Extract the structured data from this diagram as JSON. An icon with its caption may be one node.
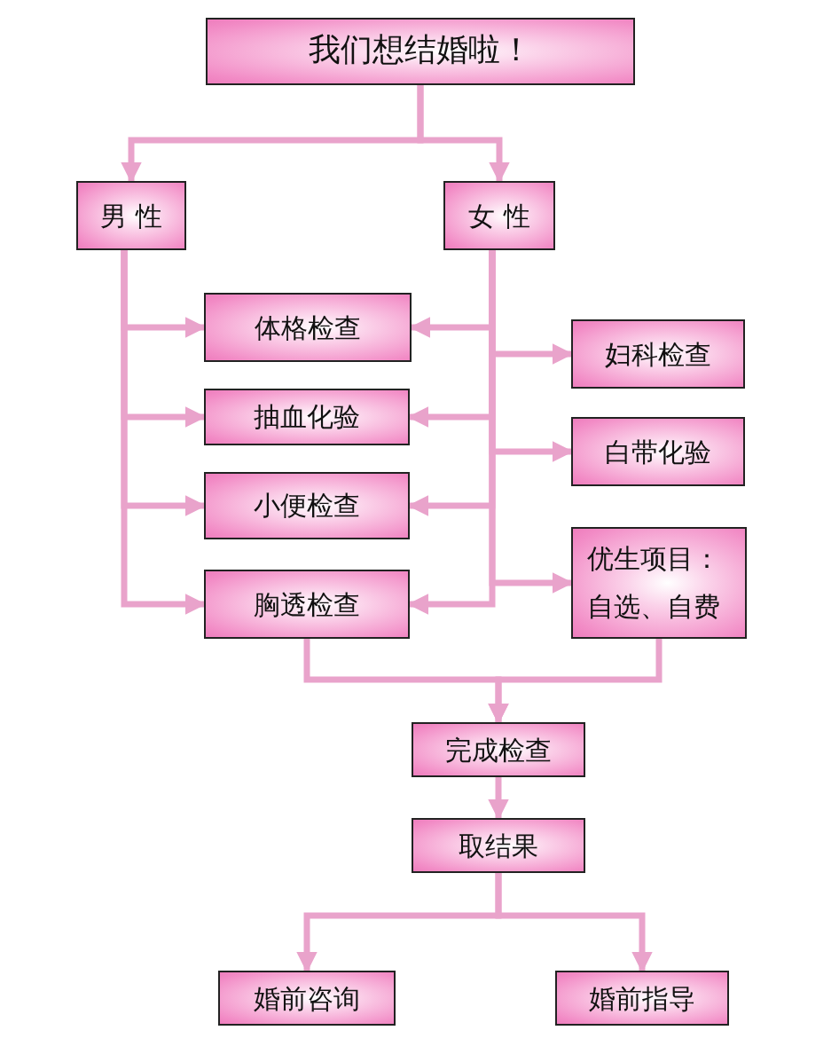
{
  "diagram": {
    "nodes": [
      {
        "text": [
          "我们想结婚啦！"
        ]
      },
      {
        "text": [
          "男 性"
        ]
      },
      {
        "text": [
          "女 性"
        ]
      },
      {
        "text": [
          "体格检查"
        ]
      },
      {
        "text": [
          "抽血化验"
        ]
      },
      {
        "text": [
          "小便检查"
        ]
      },
      {
        "text": [
          "胸透检查"
        ]
      },
      {
        "text": [
          "妇科检查"
        ]
      },
      {
        "text": [
          "白带化验"
        ]
      },
      {
        "text": [
          "优生项目：",
          "自选、自费"
        ]
      },
      {
        "text": [
          "完成检查"
        ]
      },
      {
        "text": [
          "取结果"
        ]
      },
      {
        "text": [
          "婚前咨询"
        ]
      },
      {
        "text": [
          "婚前指导"
        ]
      }
    ],
    "edges": [
      {
        "from": 0,
        "to": 1,
        "arrow": "to"
      },
      {
        "from": 0,
        "to": 2,
        "arrow": "to"
      },
      {
        "from": 1,
        "to": 3,
        "arrow": "to"
      },
      {
        "from": 1,
        "to": 4,
        "arrow": "to"
      },
      {
        "from": 1,
        "to": 5,
        "arrow": "to"
      },
      {
        "from": 1,
        "to": 6,
        "arrow": "to"
      },
      {
        "from": 2,
        "to": 3,
        "arrow": "to"
      },
      {
        "from": 2,
        "to": 4,
        "arrow": "to"
      },
      {
        "from": 2,
        "to": 5,
        "arrow": "to"
      },
      {
        "from": 2,
        "to": 6,
        "arrow": "to"
      },
      {
        "from": 2,
        "to": 7,
        "arrow": "to"
      },
      {
        "from": 2,
        "to": 8,
        "arrow": "to"
      },
      {
        "from": 2,
        "to": 9,
        "arrow": "to"
      },
      {
        "from": 6,
        "to": 10,
        "arrow": "to"
      },
      {
        "from": 9,
        "to": 10,
        "arrow": "to"
      },
      {
        "from": 10,
        "to": 11,
        "arrow": "to"
      },
      {
        "from": 11,
        "to": 12,
        "arrow": "to"
      },
      {
        "from": 11,
        "to": 13,
        "arrow": "to"
      }
    ]
  }
}
